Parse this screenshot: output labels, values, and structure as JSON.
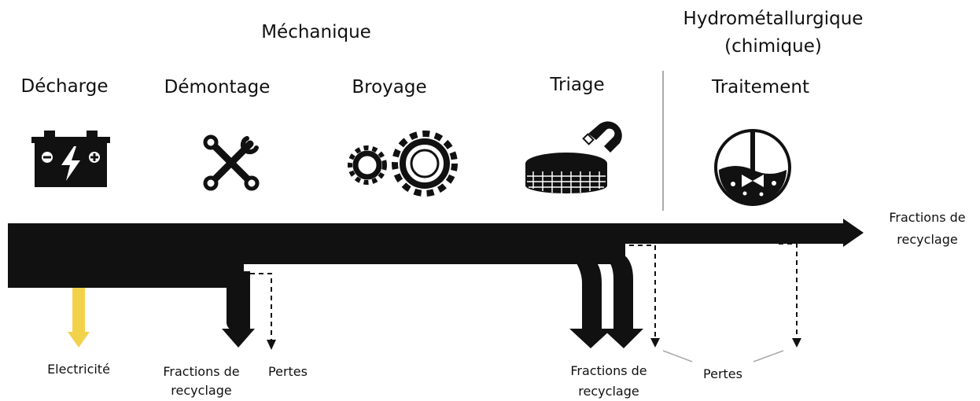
{
  "groups": {
    "mechanical": "Méchanique",
    "hydro_line1": "Hydrométallurgique",
    "hydro_line2": "(chimique)"
  },
  "steps": [
    {
      "label": "Décharge",
      "icon": "battery-icon"
    },
    {
      "label": "Démontage",
      "icon": "tools-icon"
    },
    {
      "label": "Broyage",
      "icon": "gears-icon"
    },
    {
      "label": "Triage",
      "icon": "magnet-sieve-icon"
    },
    {
      "label": "Traitement",
      "icon": "reactor-icon"
    }
  ],
  "outputs": {
    "main_line1": "Fractions de",
    "main_line2": "recyclage",
    "electricity": "Electricité",
    "dismantle_fractions_line1": "Fractions de",
    "dismantle_fractions_line2": "recyclage",
    "dismantle_losses": "Pertes",
    "sort_fractions_line1": "Fractions de",
    "sort_fractions_line2": "recyclage",
    "sort_losses": "Pertes"
  },
  "colors": {
    "flow": "#000000",
    "electricity": "#f2d24b",
    "divider": "#aaaaaa"
  }
}
